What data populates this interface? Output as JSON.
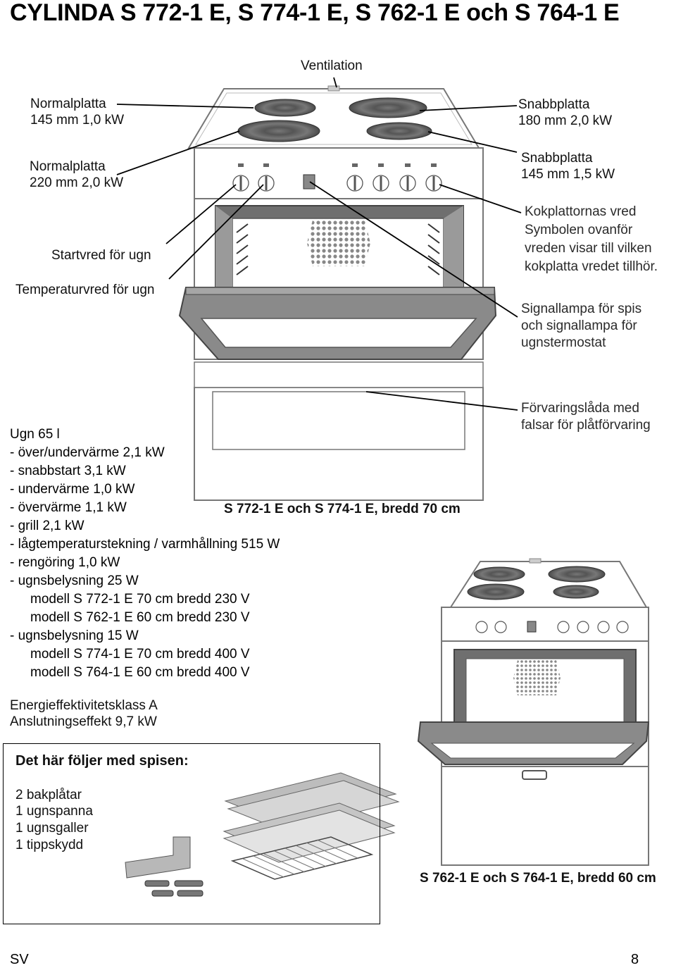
{
  "title": "CYLINDA S 772-1 E, S 774-1 E, S 762-1 E och S 764-1 E",
  "callouts": {
    "ventilation": "Ventilation",
    "normal145_l1": "Normalplatta",
    "normal145_l2": "145 mm 1,0 kW",
    "normal220_l1": "Normalplatta",
    "normal220_l2": "220 mm  2,0 kW",
    "start_knob": "Startvred för ugn",
    "temp_knob": "Temperaturvred för ugn",
    "fast180_l1": "Snabbplatta",
    "fast180_l2": "180 mm 2,0 kW",
    "fast145_l1": "Snabbplatta",
    "fast145_l2": "145 mm 1,5 kW",
    "knobs_l1": "Kokplattornas vred",
    "knobs_l2": "Symbolen ovanför",
    "knobs_l3": "vreden visar till vilken",
    "knobs_l4": "kokplatta vredet tillhör.",
    "signal_l1": "Signallampa för spis",
    "signal_l2": "och signallampa för",
    "signal_l3": "ugnstermostat",
    "drawer_l1": "Förvaringslåda med",
    "drawer_l2": "falsar för plåtförvaring"
  },
  "model70_caption": "S 772-1 E och S 774-1 E, bredd 70 cm",
  "model60_caption": "S 762-1 E och S 764-1 E, bredd 60 cm",
  "specs": {
    "oven": "Ugn 65 l",
    "items": [
      "- över/undervärme 2,1 kW",
      "- snabbstart 3,1 kW",
      "- undervärme 1,0 kW",
      "- övervärme 1,1 kW",
      "- grill 2,1 kW",
      "- lågtemperaturstekning / varmhållning 515 W",
      "- rengöring 1,0 kW",
      "- ugnsbelysning 25 W"
    ],
    "light25_models": [
      "modell S 772-1 E 70 cm bredd 230 V",
      "modell S 762-1 E 60 cm bredd 230 V"
    ],
    "light15": "- ugnsbelysning 15 W",
    "light15_models": [
      "modell S 774-1 E 70 cm bredd 400 V",
      "modell S 764-1 E 60 cm bredd 400 V"
    ],
    "energy_class": "Energieffektivitetsklass A",
    "connection": "Anslutningseffekt 9,7 kW"
  },
  "included": {
    "heading": "Det här följer med spisen:",
    "items": [
      "2 bakplåtar",
      "1 ugnspanna",
      "1 ugnsgaller",
      "1 tippskydd"
    ]
  },
  "footer": {
    "language": "SV",
    "page_number": "8"
  }
}
